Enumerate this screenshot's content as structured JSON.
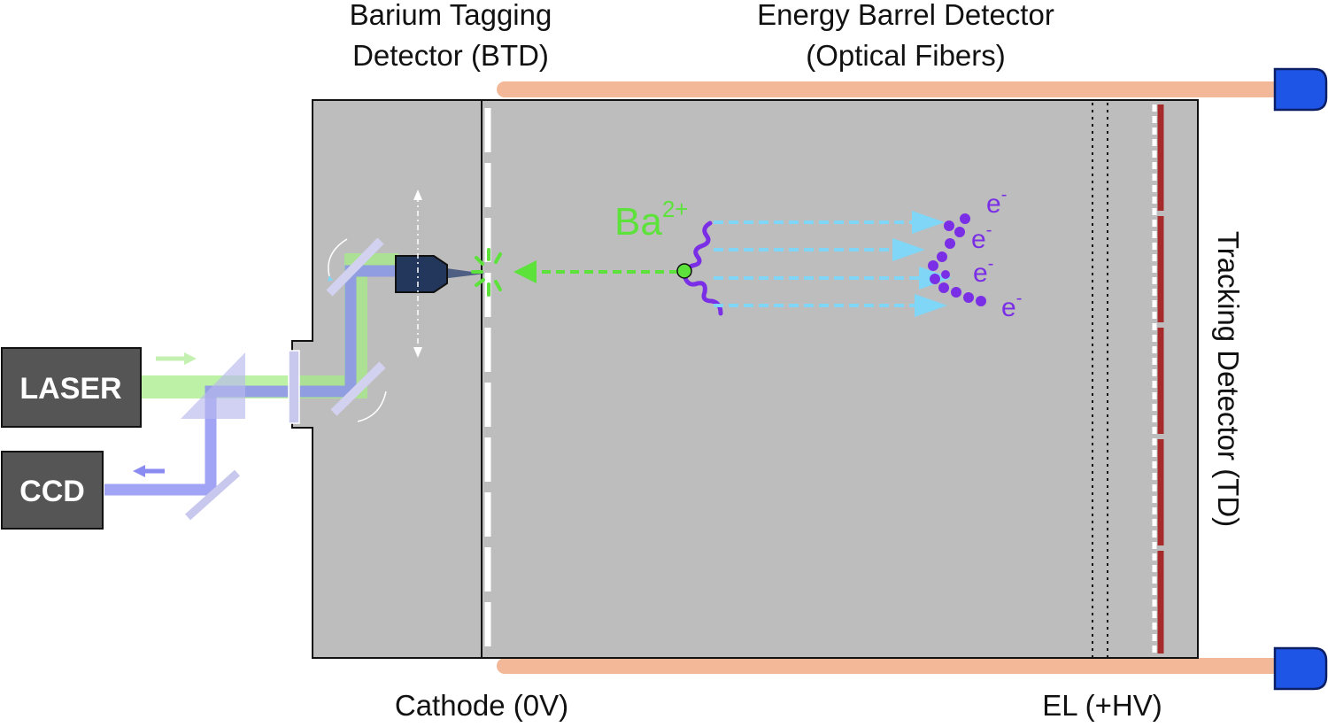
{
  "labels": {
    "btd_line1": "Barium Tagging",
    "btd_line2": "Detector (BTD)",
    "ebd_line1": "Energy Barrel Detector",
    "ebd_line2": "(Optical Fibers)",
    "tracking": "Tracking Detector (TD)",
    "cathode": "Cathode (0V)",
    "el": "EL (+HV)",
    "laser": "LASER",
    "ccd": "CCD",
    "ion_base": "Ba",
    "ion_sup": "2+",
    "electron_base": "e",
    "electron_sup": "-"
  },
  "colors": {
    "chamber_fill": "#bdbdbd",
    "fiber": "#f3b898",
    "sensor": "#1f55e6",
    "laser_beam": "#a6ec88",
    "ccd_beam": "#8a8cf2",
    "ion": "#5ce23a",
    "electron": "#7a2ee6",
    "drift_arrow": "#7fd6f7",
    "el_strip": "#a62a2a",
    "box_fill": "#555555"
  },
  "electron_labels_count": 4
}
